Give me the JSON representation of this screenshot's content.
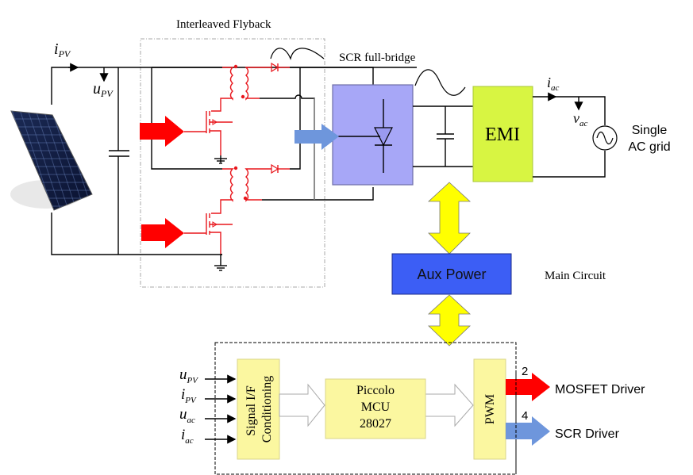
{
  "labels": {
    "interleaved_flyback": "Interleaved Flyback",
    "scr_full_bridge": "SCR full-bridge",
    "i_pv": "i",
    "i_pv_sub": "PV",
    "u_pv": "u",
    "u_pv_sub": "PV",
    "i_ac": "i",
    "i_ac_sub": "ac",
    "v_ac": "v",
    "v_ac_sub": "ac",
    "emi": "EMI",
    "grid_line1": "Single",
    "grid_line2": "AC grid",
    "aux_power": "Aux Power",
    "main_circuit": "Main Circuit"
  },
  "control": {
    "inputs": [
      {
        "sym": "u",
        "sub": "PV"
      },
      {
        "sym": "i",
        "sub": "PV"
      },
      {
        "sym": "u",
        "sub": "ac"
      },
      {
        "sym": "i",
        "sub": "ac"
      }
    ],
    "signal_block_line1": "Signal I/F",
    "signal_block_line2": "Conditioning",
    "mcu_line1": "Piccolo",
    "mcu_line2": "MCU",
    "mcu_line3": "28027",
    "pwm": "PWM",
    "outputs": [
      {
        "count": "2",
        "label": "MOSFET Driver"
      },
      {
        "count": "4",
        "label": "SCR Driver"
      }
    ]
  },
  "colors": {
    "flyback_red": "#e8161c",
    "gate_arrow_red": "#ff0000",
    "scr_block": "#a7a7f7",
    "scr_arrow": "#6e96dc",
    "emi_block": "#d8f542",
    "aux_block": "#3c5ef5",
    "yellow_arrow": "#ffff00",
    "ctrl_block": "#fbf7a0"
  }
}
